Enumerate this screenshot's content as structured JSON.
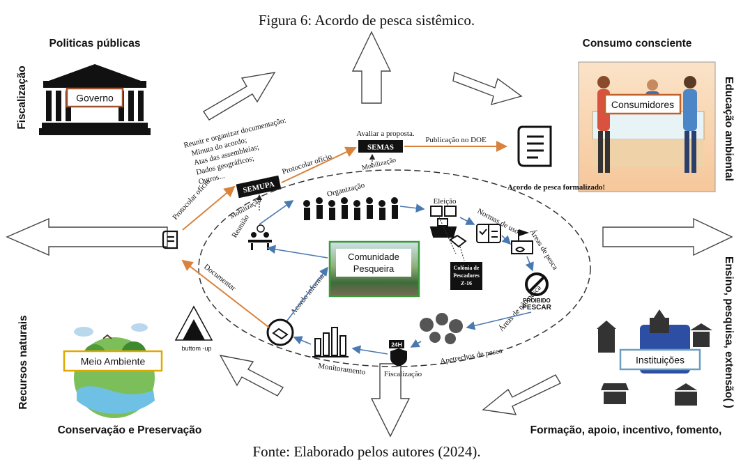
{
  "figure": {
    "caption": "Figura 6: Acordo de pesca sistêmico.",
    "source": "Fonte: Elaborado pelos autores (2024)."
  },
  "corners": {
    "top_left_title": "Politicas públicas",
    "top_left_side": "Fiscalização",
    "top_left_box": "Governo",
    "top_right_title": "Consumo consciente",
    "top_right_side": "Educação ambiental",
    "top_right_box": "Consumidores",
    "bottom_left_side": "Recursos naturais",
    "bottom_left_title": "Conservação e Preservação",
    "bottom_left_box": "Meio Ambiente",
    "bottom_right_title": "Formação, apoio, incentivo, fomento,",
    "bottom_right_side": "Ensino, pesquisa, extensão(  )",
    "bottom_right_box": "Instituições"
  },
  "process": {
    "reunir_title": "Reunir e organizar documentação:",
    "reunir_items": [
      "Minuta do acordo;",
      "Atas das assembleias;",
      "Dados geográficos;",
      "Outros..."
    ],
    "semupa": "SEMUPA",
    "semas": "SEMAS",
    "avaliar": "Avaliar a proposta.",
    "protocolar_oficio_1": "Protocolar ofício",
    "protocolar_oficio_2": "Protocolar ofício",
    "publicacao": "Publicação no DOE",
    "acordo_formalizado": "Acordo de pesca formalizado!",
    "mobilizacao_1": "Mobilização",
    "mobilizacao_2": "Mobilização",
    "buttom_up": "buttom -up"
  },
  "cycle": {
    "center": [
      "Comunidade",
      "Pesqueira"
    ],
    "organizacao": "Organização",
    "eleicao": "Eleição",
    "normas_de_uso": "Normas de uso",
    "areas_de_pesca": "Áreas de pesca",
    "proibido": "PROIBIDO",
    "pescar": "PESCAR",
    "areas_de_nao_pesca": "Áreas de não pesca",
    "apetrechos": "Apetrechos de pesca",
    "fiscalizacao": "Fiscalização",
    "fiscalizacao_badge": "24H",
    "monitoramento": "Monitoramento",
    "acordo_informal": "Acordo informal",
    "documentar": "Documentar",
    "reuniao": "Reunião",
    "colonia": [
      "Colônia de",
      "Pescadores",
      "Z-16"
    ]
  },
  "colors": {
    "governo_border": "#a0522d",
    "consumidores_border": "#c0612b",
    "meio_ambiente_border": "#e0a800",
    "instituicoes_border": "#6a9fc0",
    "comunidade_border": "#3a9a3a",
    "flow_orange": "#d9823b",
    "flow_blue": "#4a78b0"
  }
}
